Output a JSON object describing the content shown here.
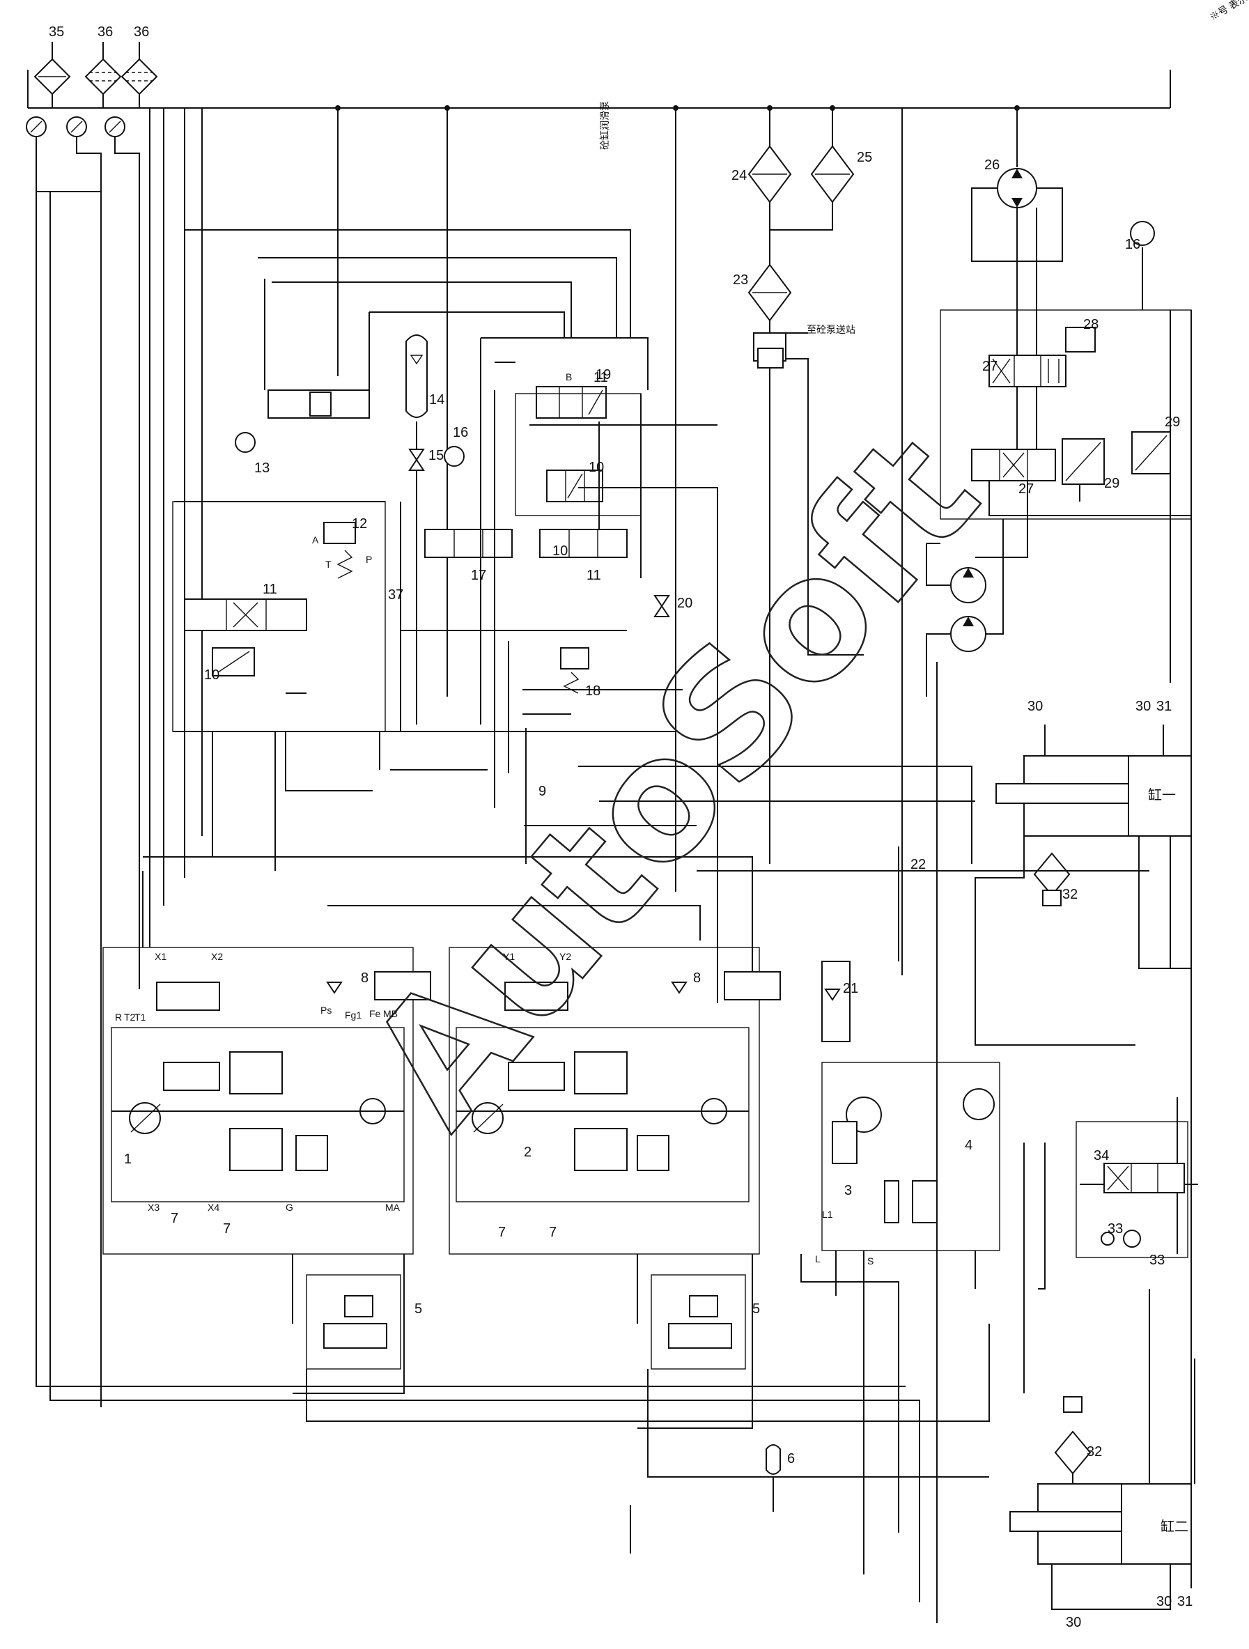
{
  "watermark": "AutoSoft",
  "corner_mark": "※号 表示",
  "annotations": {
    "to_pump": "至砼泵送站",
    "to_lube": "砼缸润滑泵",
    "cyl_one": "缸一",
    "cyl_two": "缸二"
  },
  "component_numbers": [
    "1",
    "2",
    "3",
    "4",
    "5",
    "5",
    "6",
    "7",
    "7",
    "7",
    "7",
    "8",
    "8",
    "9",
    "10",
    "10",
    "10",
    "11",
    "11",
    "11",
    "12",
    "13",
    "14",
    "15",
    "16",
    "16",
    "17",
    "18",
    "19",
    "20",
    "21",
    "22",
    "23",
    "24",
    "25",
    "26",
    "27",
    "27",
    "28",
    "29",
    "29",
    "30",
    "30",
    "30",
    "30",
    "31",
    "31",
    "32",
    "32",
    "33",
    "33",
    "34",
    "35",
    "36",
    "36",
    "37"
  ],
  "port_labels": [
    "A",
    "B",
    "P",
    "T",
    "R",
    "T2",
    "T1",
    "Ps",
    "Fg1",
    "Fe",
    "MB",
    "MA",
    "X1",
    "X2",
    "X3",
    "X4",
    "Y1",
    "Y2",
    "G",
    "S",
    "L",
    "L1"
  ]
}
